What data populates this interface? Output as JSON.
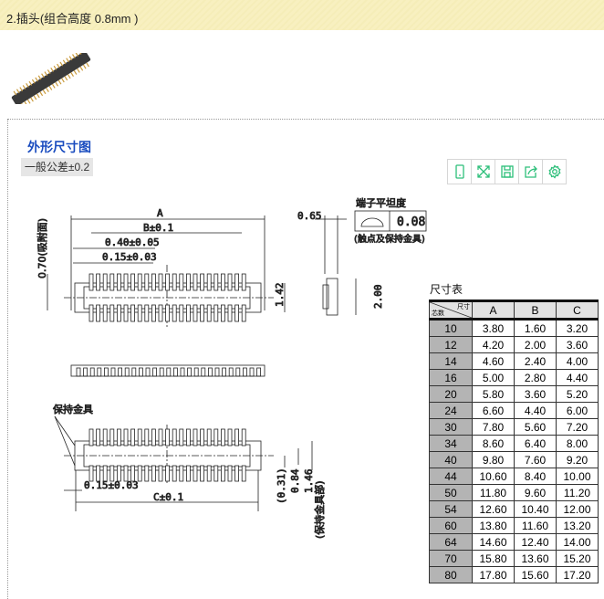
{
  "header": {
    "title": "2.插头(组合高度 0.8mm )"
  },
  "section": {
    "title": "外形尺寸图",
    "tolerance": "一般公差±0.2"
  },
  "toolbar": [
    {
      "icon": "mobile-icon"
    },
    {
      "icon": "fullscreen-icon"
    },
    {
      "icon": "save-icon"
    },
    {
      "icon": "share-icon"
    },
    {
      "icon": "gear-icon"
    }
  ],
  "drawing": {
    "dim_a": "A",
    "dim_b": "B±0.1",
    "pitch": "0.40±0.05",
    "width1": "0.15±0.03",
    "suction": "0.70(吸附面)",
    "h142": "1.42",
    "d065": "0.65",
    "flatness_title": "端子平坦度",
    "flatness_val": "0.08",
    "flatness_note": "(触点及保持金具)",
    "h200": "2.00",
    "holder": "保持金具",
    "width2": "0.15±0.03",
    "dim_c": "C±0.1",
    "d031": "(0.31)",
    "d084": "0.84",
    "d146": "1.46",
    "holder_part": "(保持金具部)"
  },
  "table": {
    "title": "尺寸表",
    "corner_top": "尺寸",
    "corner_bottom": "芯数",
    "columns": [
      "A",
      "B",
      "C"
    ],
    "rows": [
      [
        "10",
        "3.80",
        "1.60",
        "3.20"
      ],
      [
        "12",
        "4.20",
        "2.00",
        "3.60"
      ],
      [
        "14",
        "4.60",
        "2.40",
        "4.00"
      ],
      [
        "16",
        "5.00",
        "2.80",
        "4.40"
      ],
      [
        "20",
        "5.80",
        "3.60",
        "5.20"
      ],
      [
        "24",
        "6.60",
        "4.40",
        "6.00"
      ],
      [
        "30",
        "7.80",
        "5.60",
        "7.20"
      ],
      [
        "34",
        "8.60",
        "6.40",
        "8.00"
      ],
      [
        "40",
        "9.80",
        "7.60",
        "9.20"
      ],
      [
        "44",
        "10.60",
        "8.40",
        "10.00"
      ],
      [
        "50",
        "11.80",
        "9.60",
        "11.20"
      ],
      [
        "54",
        "12.60",
        "10.40",
        "12.00"
      ],
      [
        "60",
        "13.80",
        "11.60",
        "13.20"
      ],
      [
        "64",
        "14.60",
        "12.40",
        "14.00"
      ],
      [
        "70",
        "15.80",
        "13.60",
        "15.20"
      ],
      [
        "80",
        "17.80",
        "15.60",
        "17.20"
      ]
    ]
  },
  "colors": {
    "accent": "#1a4cbf",
    "icon": "#2dbf7a",
    "header_bg": "#f8f0c0"
  }
}
